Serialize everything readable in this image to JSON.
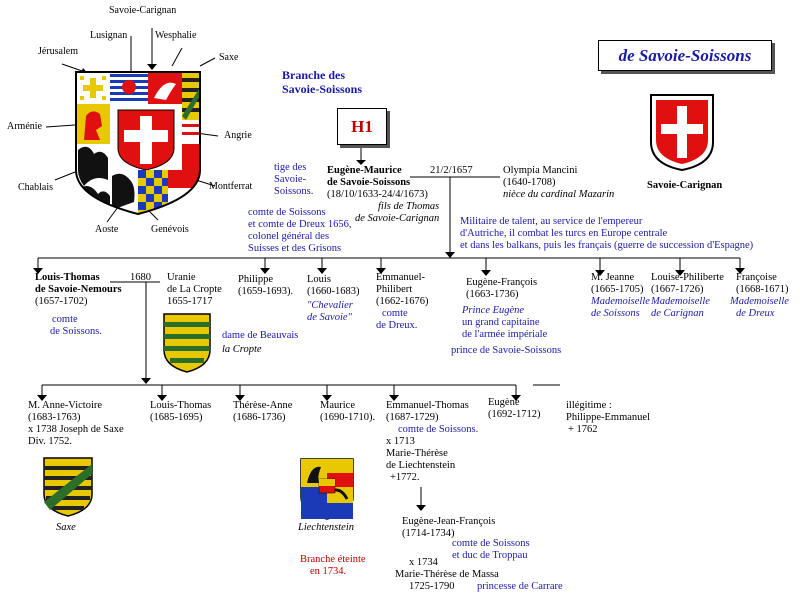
{
  "title": "de Savoie-Soissons",
  "subtitle_line1": "Branche des",
  "subtitle_line2": "Savoie-Soissons",
  "code": "H1",
  "arms_labels": {
    "savoie_carignan_top": "Savoie-Carignan",
    "lusignan": "Lusignan",
    "wesphalie": "Wesphalie",
    "jerusalem": "Jérusalem",
    "saxe": "Saxe",
    "armenie": "Arménie",
    "angrie": "Angrie",
    "chablais": "Chablais",
    "montferrat": "Montferrat",
    "aoste": "Aoste",
    "genevois": "Genévois"
  },
  "shield_right_label": "Savoie-Carignan",
  "founder": {
    "tige": [
      "tige des",
      "Savoie-",
      "Soissons."
    ],
    "name1": "Eugène-Maurice",
    "name2": "de Savoie-Soissons",
    "dates": "(18/10/1633-24/4/1673)",
    "fils1": "fils de Thomas",
    "fils2": "de Savoie-Carignan",
    "comte": [
      "comte de Soissons",
      "et comte de Dreux 1656,",
      "colonel général des",
      "Suisses et des Grisons"
    ],
    "marriage_date": "21/2/1657"
  },
  "spouse": {
    "name": "Olympia Mancini",
    "dates": "(1640-1708)",
    "note": "nièce du cardinal Mazarin"
  },
  "eugene_note": [
    "Militaire de talent, au service de l'empereur",
    "d'Autriche, il combat les turcs en Europe centrale",
    "et dans les balkans, puis les français (guerre de succession d'Espagne)"
  ],
  "children": {
    "louis_thomas": {
      "name1": "Louis-Thomas",
      "name2": "de Savoie-Nemours",
      "dates": "(1657-1702)",
      "note": [
        "comte",
        "de Soissons."
      ],
      "marriage": "1680"
    },
    "uranie": {
      "name1": "Uranie",
      "name2": "de La Cropte",
      "dates": "1655-1717",
      "note1": "dame de Beauvais",
      "note2": "la Cropte"
    },
    "philippe": {
      "name": "Philippe",
      "dates": "(1659-1693)."
    },
    "louis": {
      "name": "Louis",
      "dates": "(1660-1683)",
      "note": [
        "\"Chevalier",
        "de Savoie\""
      ]
    },
    "emmanuel_philibert": {
      "name1": "Emmanuel-",
      "name2": "Philibert",
      "dates": "(1662-1676)",
      "note": [
        "comte",
        "de Dreux."
      ]
    },
    "eugene_francois": {
      "name": "Eugène-François",
      "dates": "(1663-1736)",
      "note1": "Prince Eugène",
      "note2": "un grand capitaine",
      "note3": "de l'armée impériale",
      "note4": "prince de Savoie-Soissons"
    },
    "jeanne": {
      "name": "M. Jeanne",
      "dates": "(1665-1705)",
      "note": [
        "Mademoiselle",
        "de Soissons"
      ]
    },
    "louise_philiberte": {
      "name": "Louise-Philiberte",
      "dates": "(1667-1726)",
      "note": [
        "Mademoiselle",
        "de Carignan"
      ]
    },
    "francoise": {
      "name": "Françoise",
      "dates": "(1668-1671)",
      "note": [
        "Mademoiselle",
        "de Dreux"
      ]
    }
  },
  "grandchildren": {
    "anne_victoire": {
      "lines": [
        "M. Anne-Victoire",
        "(1683-1763)",
        "x 1738 Joseph de Saxe",
        "Div. 1752."
      ]
    },
    "louis_thomas2": {
      "lines": [
        "Louis-Thomas",
        "(1685-1695)"
      ]
    },
    "therese_anne": {
      "lines": [
        "Thérèse-Anne",
        "(1686-1736)"
      ]
    },
    "maurice": {
      "lines": [
        "Maurice",
        "(1690-1710)."
      ]
    },
    "emmanuel_thomas": {
      "lines": [
        "Emmanuel-Thomas",
        "(1687-1729)"
      ],
      "note": "comte de Soissons.",
      "marriage": [
        "x 1713",
        "Marie-Thérèse",
        "de Liechtenstein",
        "+1772."
      ]
    },
    "eugene2": {
      "lines": [
        "Eugène",
        "(1692-1712)"
      ]
    },
    "illegitime": {
      "lines": [
        "illégitime :",
        "Philippe-Emmanuel",
        "+ 1762"
      ]
    }
  },
  "great_grandchild": {
    "lines": [
      "Eugène-Jean-François",
      "(1714-1734)"
    ],
    "note1": "comte de Soissons",
    "note2": "et duc de Troppau",
    "marriage": [
      "x 1734",
      "Marie-Thérèse de Massa",
      "1725-1790"
    ],
    "note3": "princesse de Carrare"
  },
  "shield_labels": {
    "saxe": "Saxe",
    "liechtenstein": "Liechtenstein"
  },
  "extinct": [
    "Branche éteinte",
    "en 1734."
  ],
  "colors": {
    "blue_text": "#1a1aa8",
    "red": "#c00000",
    "savoie_red": "#e01010",
    "gold": "#e8c800",
    "green": "#2a6e2a"
  }
}
